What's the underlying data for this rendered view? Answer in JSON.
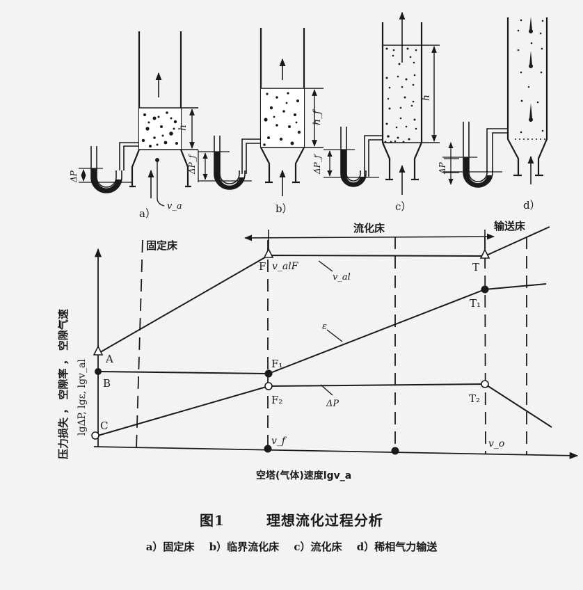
{
  "apparatus": {
    "panels": [
      {
        "id": "a",
        "label": "a）",
        "bed_height_label": "h",
        "manometer_label": "ΔP",
        "pressure_label": "ΔP_f",
        "velocity_label": "v_a"
      },
      {
        "id": "b",
        "label": "b）",
        "bed_height_label": "h_f",
        "pressure_label": "ΔP_f"
      },
      {
        "id": "c",
        "label": "c）",
        "bed_height_label": "h",
        "pressure_label": "ΔP"
      },
      {
        "id": "d",
        "label": "d）"
      }
    ]
  },
  "chart": {
    "regions": {
      "fixed_bed": "固定床",
      "fluidized_bed": "流化床",
      "transport_bed": "输送床"
    },
    "y_axis_label_cn": "压力损失 ， 空隙率 ， 空隙气速",
    "y_axis_label_math": "lgΔP, lgε, lgv_al",
    "x_axis_label": "空塔(气体)速度lgv_a",
    "points": {
      "A": "A",
      "B": "B",
      "C": "C",
      "F": "F",
      "F1": "F₁",
      "F2": "F₂",
      "T": "T",
      "T1": "T₁",
      "T2": "T₂"
    },
    "curve_labels": {
      "val": "v_al",
      "valF": "v_alF",
      "epsilon": "ε",
      "dp": "ΔP"
    },
    "axis_markers": {
      "vf": "v_f",
      "vo": "v_o"
    }
  },
  "chart_data": {
    "type": "line",
    "title": "理想流化过程分析",
    "xlabel": "空塔(气体)速度 lg v_a",
    "ylabel": "压力损失, 空隙率, 空隙气速 (lgΔP, lgε, lg v_al)",
    "x_markers": [
      {
        "name": "v_f (critical fluidization)",
        "x": 0.45
      },
      {
        "name": "v_o (transport onset)",
        "x": 0.85
      }
    ],
    "regions": [
      {
        "name": "固定床",
        "x_start": 0.0,
        "x_end": 0.45
      },
      {
        "name": "流化床",
        "x_start": 0.45,
        "x_end": 0.85
      },
      {
        "name": "输送床",
        "x_start": 0.85,
        "x_end": 1.0
      }
    ],
    "series": [
      {
        "name": "v_al (interstitial gas velocity)",
        "points": [
          [
            "A",
            0.0,
            0.55
          ],
          [
            "F",
            0.45,
            1.0
          ],
          [
            "T",
            0.85,
            1.0
          ],
          [
            "end",
            1.0,
            1.15
          ]
        ]
      },
      {
        "name": "ε (voidage)",
        "points": [
          [
            "B",
            0.0,
            0.38
          ],
          [
            "F1",
            0.45,
            0.38
          ],
          [
            "T1",
            0.85,
            0.82
          ],
          [
            "end",
            1.0,
            0.85
          ]
        ]
      },
      {
        "name": "ΔP (pressure drop)",
        "points": [
          [
            "C",
            0.0,
            0.08
          ],
          [
            "F2",
            0.45,
            0.32
          ],
          [
            "T2",
            0.85,
            0.32
          ],
          [
            "end",
            1.0,
            0.15
          ]
        ]
      }
    ],
    "grid": false,
    "legend": "inline labels"
  },
  "caption": {
    "figure_number": "图1",
    "title": "理想流化过程分析",
    "subtitles": [
      "a）固定床",
      "b）临界流化床",
      "c）流化床",
      "d）稀相气力输送"
    ]
  }
}
